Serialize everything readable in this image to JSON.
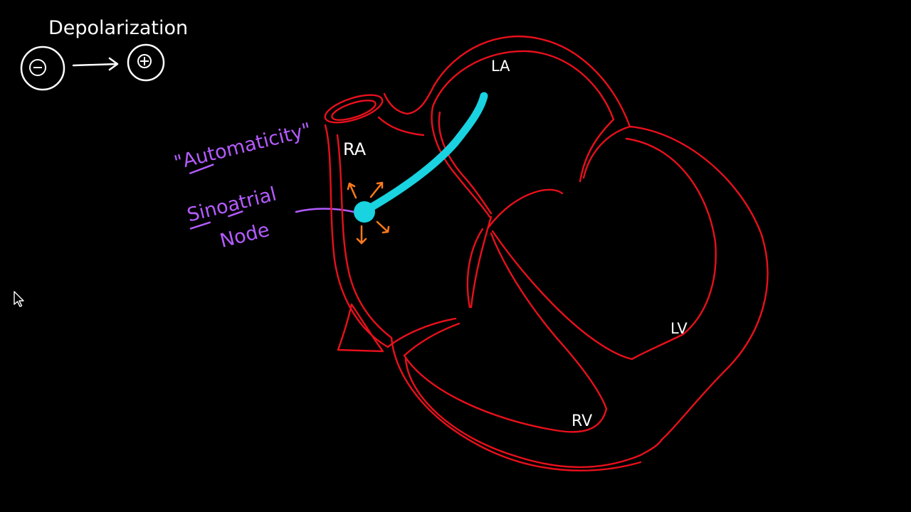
{
  "colors": {
    "background": "#000000",
    "heart": "#e8101c",
    "chalk": "#ffffff",
    "conduction": "#19d3e0",
    "label_purple": "#b45bff",
    "arrows": "#ff7a1a"
  },
  "legend": {
    "title": "Depolarization",
    "before_symbol": "⊖",
    "after_symbol": "⊕"
  },
  "annotations": {
    "automaticity": "\"Automaticity\"",
    "node_line1": "Sinoatrial",
    "node_line2": "Node"
  },
  "chambers": {
    "ra": "RA",
    "la": "LA",
    "lv": "LV",
    "rv": "RV"
  },
  "icons": {
    "cursor": "mouse-pointer-icon"
  }
}
